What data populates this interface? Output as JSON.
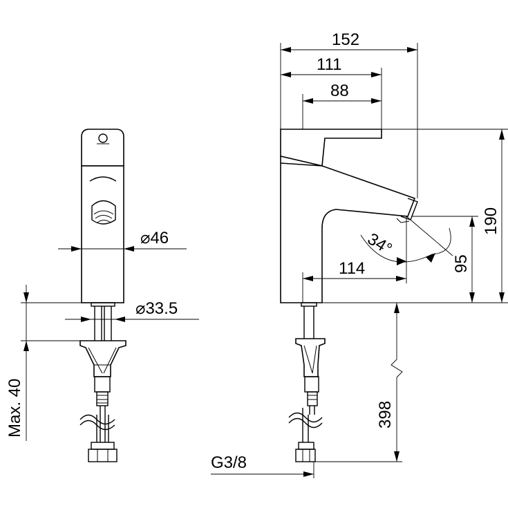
{
  "dimensions": {
    "width_total": "152",
    "width_111": "111",
    "width_88": "88",
    "height_total": "190",
    "height_spout": "95",
    "angle": "34°",
    "reach": "114",
    "dia_body": "⌀46",
    "dia_shank": "⌀33.5",
    "max_thickness": "Max. 40",
    "hose_length": "398",
    "thread": "G3/8"
  }
}
